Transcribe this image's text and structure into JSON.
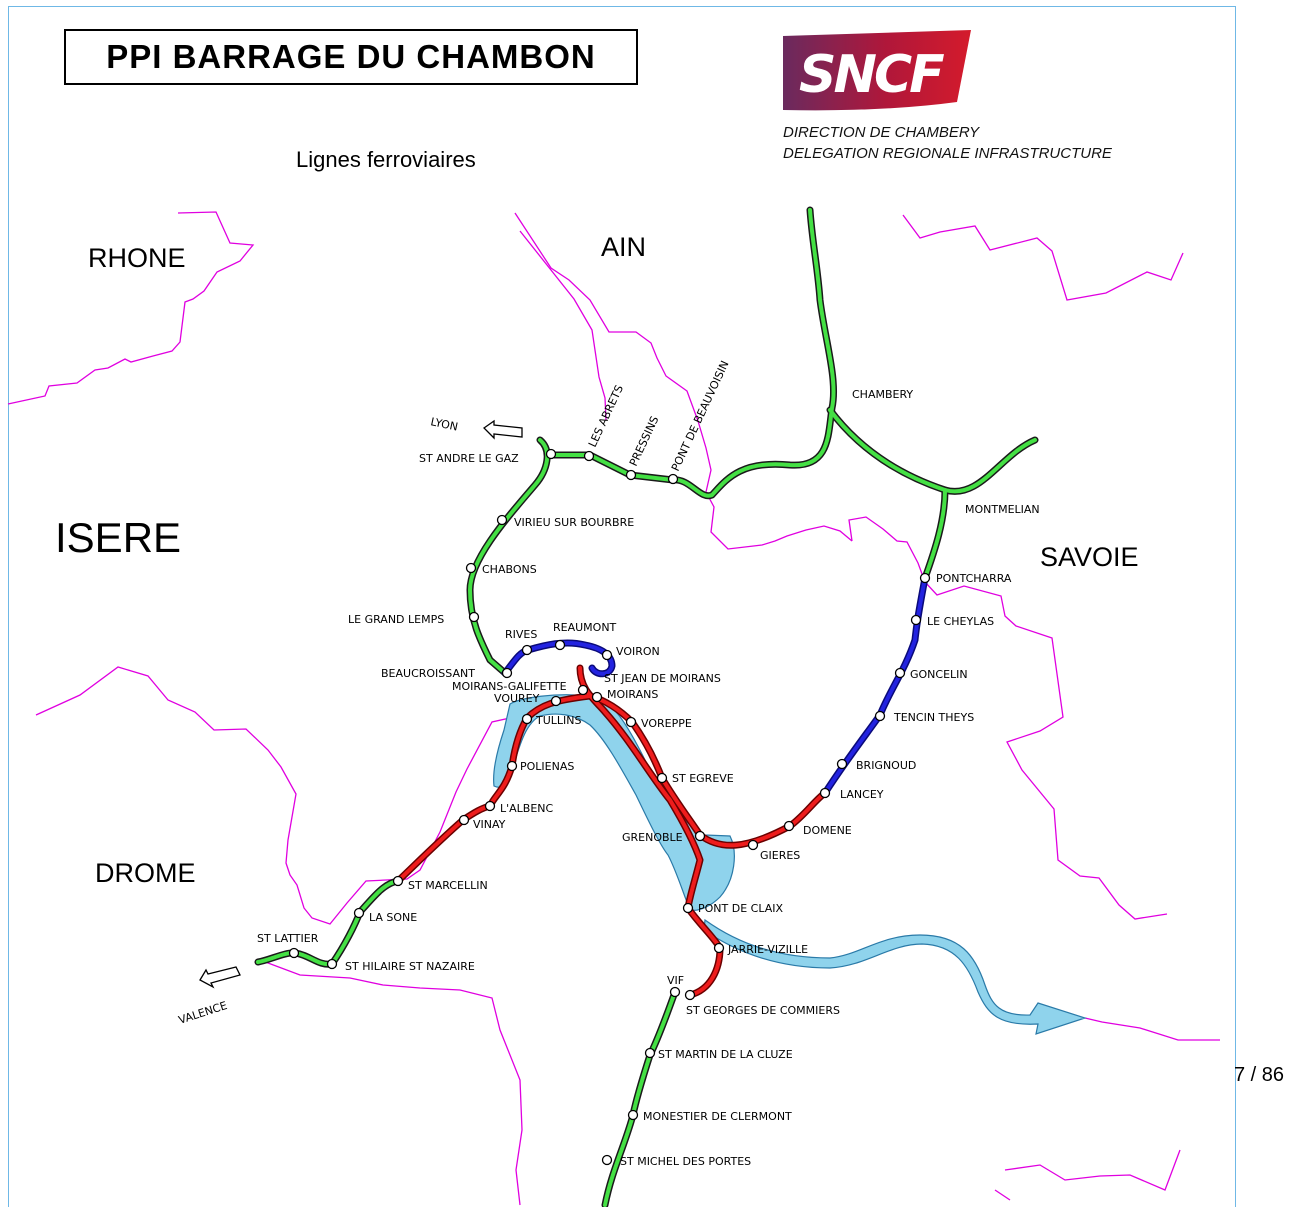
{
  "title": "PPI BARRAGE DU CHAMBON",
  "subtitle": "Lignes ferroviaires",
  "logo": {
    "text": "SNCF",
    "line1": "DIRECTION DE CHAMBERY",
    "line2": "DELEGATION REGIONALE INFRASTRUCTURE",
    "color": "#c8102e"
  },
  "page_number": "7 / 86",
  "colors": {
    "border": "#e000e0",
    "green_line": "#33dd33",
    "blue_line": "#1a1ad0",
    "red_line": "#e01414",
    "water": "#8fd3ec"
  },
  "regions": {
    "rhone": "RHONE",
    "ain": "AIN",
    "isere": "ISERE",
    "savoie": "SAVOIE",
    "drome": "DROME"
  },
  "directions": {
    "lyon": "LYON",
    "valence": "VALENCE"
  },
  "stations": {
    "st_andre_le_gaz": "ST ANDRE LE GAZ",
    "les_abrets": "LES ABRETS",
    "pressins": "PRESSINS",
    "pont_de_beauvoisin": "PONT DE BEAUVOISIN",
    "chambery": "CHAMBERY",
    "montmelian": "MONTMELIAN",
    "virieu": "VIRIEU SUR BOURBRE",
    "chabons": "CHABONS",
    "le_grand_lemps": "LE GRAND LEMPS",
    "rives": "RIVES",
    "reaumont": "REAUMONT",
    "voiron": "VOIRON",
    "beaucroissant": "BEAUCROISSANT",
    "moirans_galifette": "MOIRANS-GALIFETTE",
    "st_jean_de_moirans": "ST JEAN DE MOIRANS",
    "vourey": "VOUREY",
    "moirans": "MOIRANS",
    "tullins": "TULLINS",
    "voreppe": "VOREPPE",
    "polienas": "POLIENAS",
    "st_egreve": "ST EGREVE",
    "lalbenc": "L'ALBENC",
    "vinay": "VINAY",
    "grenoble": "GRENOBLE",
    "gieres": "GIERES",
    "domene": "DOMENE",
    "st_marcellin": "ST MARCELLIN",
    "la_sone": "LA SONE",
    "st_lattier": "ST LATTIER",
    "st_hilaire": "ST HILAIRE ST NAZAIRE",
    "pont_de_claix": "PONT DE CLAIX",
    "jarrie": "JARRIE-VIZILLE",
    "vif": "VIF",
    "st_georges": "ST GEORGES DE COMMIERS",
    "st_martin": "ST MARTIN DE LA CLUZE",
    "monestier": "MONESTIER DE CLERMONT",
    "st_michel": "ST MICHEL DES PORTES",
    "pontcharra": "PONTCHARRA",
    "le_cheylas": "LE CHEYLAS",
    "goncelin": "GONCELIN",
    "tencin": "TENCIN THEYS",
    "brignoud": "BRIGNOUD",
    "lancey": "LANCEY"
  }
}
